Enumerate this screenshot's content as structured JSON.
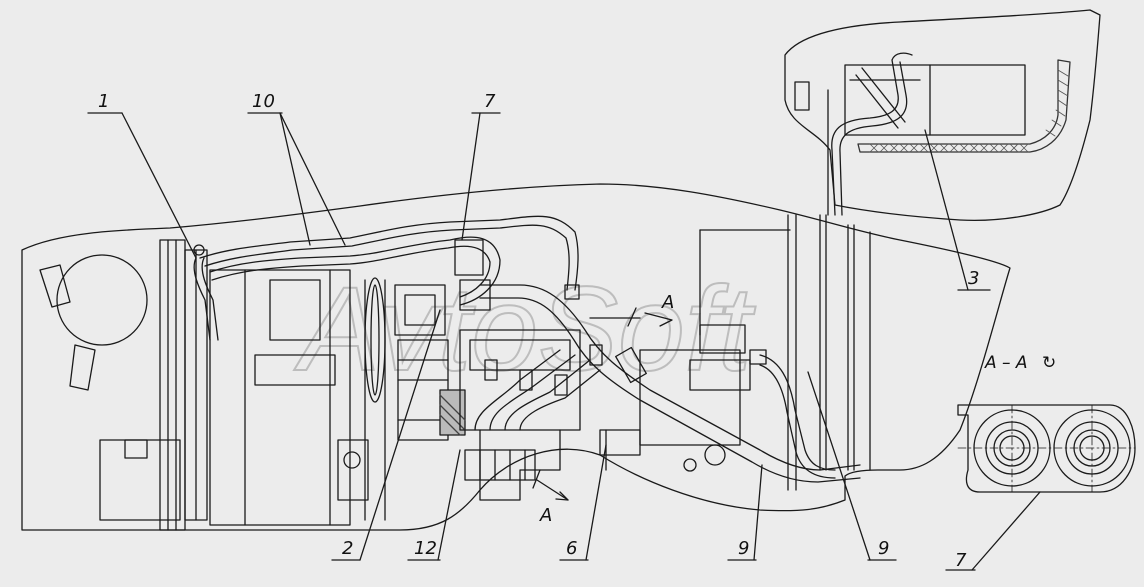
{
  "watermark": "AvtoSoft",
  "callouts": {
    "c1": "1",
    "c10": "10",
    "c7top": "7",
    "c3": "3",
    "c2": "2",
    "c12": "12",
    "c6": "6",
    "c9a": "9",
    "c9b": "9",
    "c7bot": "7"
  },
  "section_cut": {
    "upper": "A",
    "lower": "A",
    "view_title": "А – А",
    "rotation_symbol": "↻"
  },
  "colors": {
    "background": "#ececec",
    "line": "#1a1a1a",
    "watermark": "#bdbdbd"
  }
}
